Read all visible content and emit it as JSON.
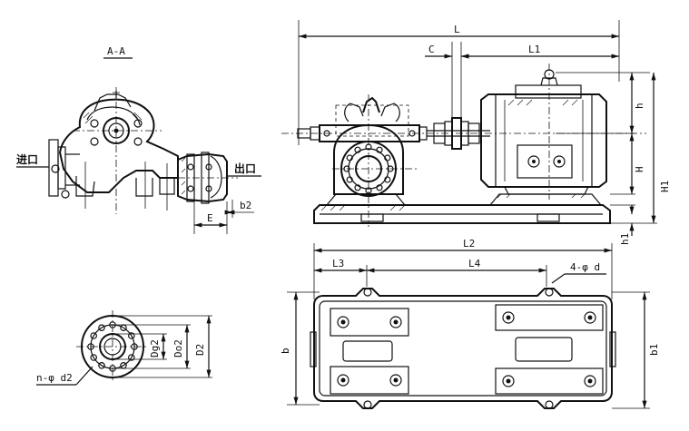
{
  "section_view": {
    "title": "A-A",
    "inlet_label": "进口",
    "outlet_label": "出口",
    "dim_e": "E",
    "dim_b2": "b2"
  },
  "flange_view": {
    "dim_dg2": "Dg2",
    "dim_do2": "Do2",
    "dim_d2": "D2",
    "bolt_holes": "n-φ d2"
  },
  "elevation_view": {
    "dim_l": "L",
    "dim_c": "C",
    "dim_l1": "L1",
    "dim_h": "h",
    "dim_h_cap": "H",
    "dim_h1_cap": "H1",
    "dim_h1": "h1"
  },
  "plan_view": {
    "dim_l2": "L2",
    "dim_l3": "L3",
    "dim_l4": "L4",
    "anchor_holes": "4-φ d",
    "dim_b": "b",
    "dim_b1": "b1"
  }
}
